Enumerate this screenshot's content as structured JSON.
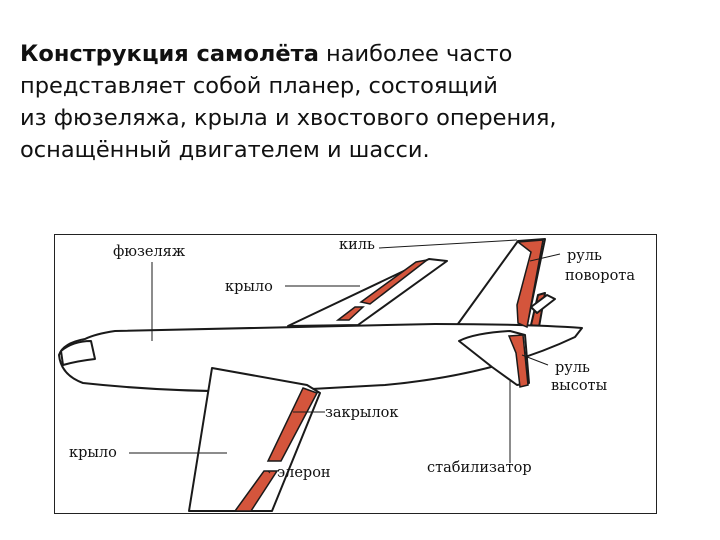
{
  "intro": {
    "term": "Конструкция самолёта",
    "line1_rest": " наиболее часто",
    "line2": "представляет собой планер, состоящий",
    "line3": "из фюзеляжа, крыла и хвостового оперения,",
    "line4": "оснащённый двигателем и шасси."
  },
  "diagram": {
    "labels": {
      "fuselage": "фюзеляж",
      "fin": "киль",
      "wing_upper": "крыло",
      "rudder_1": "руль",
      "rudder_2": "поворота",
      "elevator_1": "руль",
      "elevator_2": "высоты",
      "flap": "закрылок",
      "wing_lower": "крыло",
      "aileron": "элерон",
      "stabilizer": "стабилизатор"
    },
    "colors": {
      "control_surface": "#d4553c",
      "outline": "#1a1a1a",
      "body": "#ffffff"
    }
  }
}
